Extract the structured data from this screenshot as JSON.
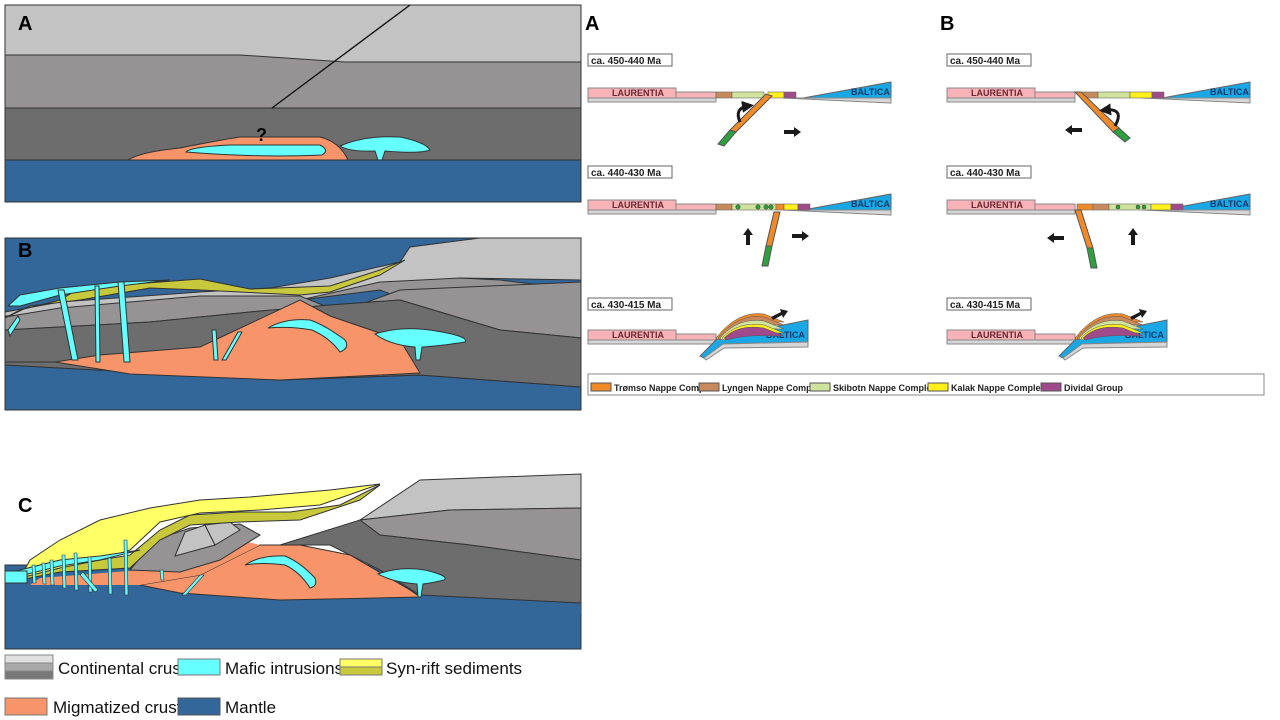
{
  "colors": {
    "crust_upper": "#c3c3c3",
    "crust_middle": "#959393",
    "crust_lower": "#6d6d6d",
    "mantle": "#336699",
    "migmatized": "#f7946a",
    "mafic": "#66ffff",
    "synrift_light": "#ffff66",
    "synrift_dark": "#c8c83c",
    "laurentia": "#f7b3b8",
    "baltica": "#1aa7e6",
    "tromso": "#f08a28",
    "lyngen": "#c88a5c",
    "skibotn": "#cfe39c",
    "kalak": "#ffef1a",
    "dividal": "#a04a8c",
    "green_slab": "#2ea040",
    "arrow": "#1a1a1a"
  },
  "sections": {
    "A": {
      "label": "A",
      "annotation": "?"
    },
    "B": {
      "label": "B"
    },
    "C": {
      "label": "C"
    }
  },
  "legend_main": [
    {
      "key": "continental",
      "label": "Continental crust"
    },
    {
      "key": "mafic",
      "label": "Mafic intrusions"
    },
    {
      "key": "synrift",
      "label": "Syn-rift sediments"
    },
    {
      "key": "migmatized",
      "label": "Migmatized crust"
    },
    {
      "key": "mantle",
      "label": "Mantle"
    }
  ],
  "models": [
    {
      "label": "A",
      "stages": [
        {
          "age": "ca. 450-440 Ma",
          "left_plate": "LAURENTIA",
          "right_plate": "BALTICA"
        },
        {
          "age": "ca. 440-430 Ma",
          "left_plate": "LAURENTIA",
          "right_plate": "BALTICA"
        },
        {
          "age": "ca. 430-415 Ma",
          "left_plate": "LAURENTIA",
          "right_plate": "BALTICA"
        }
      ]
    },
    {
      "label": "B",
      "stages": [
        {
          "age": "ca. 450-440 Ma",
          "left_plate": "LAURENTIA",
          "right_plate": "BALTICA"
        },
        {
          "age": "ca. 440-430 Ma",
          "left_plate": "LAURENTIA",
          "right_plate": "BALTICA"
        },
        {
          "age": "ca. 430-415 Ma",
          "left_plate": "LAURENTIA",
          "right_plate": "BALTICA"
        }
      ]
    }
  ],
  "legend_nappes": [
    {
      "key": "tromso",
      "label": "Trømso Nappe Complex"
    },
    {
      "key": "lyngen",
      "label": "Lyngen Nappe Complex"
    },
    {
      "key": "skibotn",
      "label": "Skibotn Nappe Complex"
    },
    {
      "key": "kalak",
      "label": "Kalak Nappe Complex"
    },
    {
      "key": "dividal",
      "label": "Dividal Group"
    }
  ]
}
